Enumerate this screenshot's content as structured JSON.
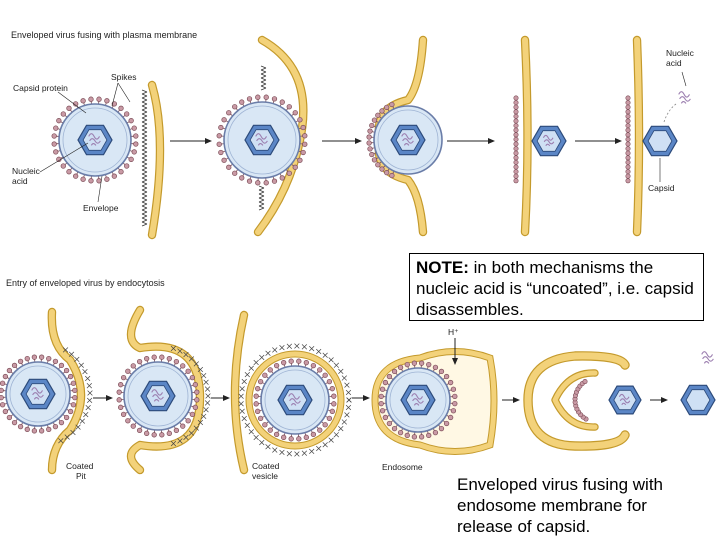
{
  "titles": {
    "top": "Enveloped virus fusing with plasma membrane",
    "bottom": "Entry of enveloped virus by endocytosis"
  },
  "labels": {
    "capsid_protein": "Capsid protein",
    "spikes": "Spikes",
    "nucleic_acid_line1": "Nucleic",
    "nucleic_acid_line2": "acid",
    "envelope": "Envelope",
    "released_nucleic_line1": "Nucleic",
    "released_nucleic_line2": "acid",
    "capsid": "Capsid",
    "coated_pit_line1": "Coated",
    "coated_pit_line2": "Pit",
    "coated_vesicle_line1": "Coated",
    "coated_vesicle_line2": "vesicle",
    "endosome": "Endosome",
    "h_plus": "H⁺"
  },
  "note": {
    "bold": "NOTE:",
    "text": " in both mechanisms the nucleic acid is “uncoated”, i.e. capsid disassembles."
  },
  "caption": "Enveloped virus fusing with endosome membrane for release of capsid.",
  "colors": {
    "membrane_fill": "#f3d27a",
    "membrane_edge": "#c49a2c",
    "envelope_fill": "#d9e7f5",
    "envelope_ring": "#6a7da8",
    "capsid_fill": "#5b86c6",
    "capsid_inner": "#cfe0f4",
    "spike_head": "#c99aa5",
    "spike_edge": "#7a4b55",
    "rna": "#9c7fb0"
  }
}
